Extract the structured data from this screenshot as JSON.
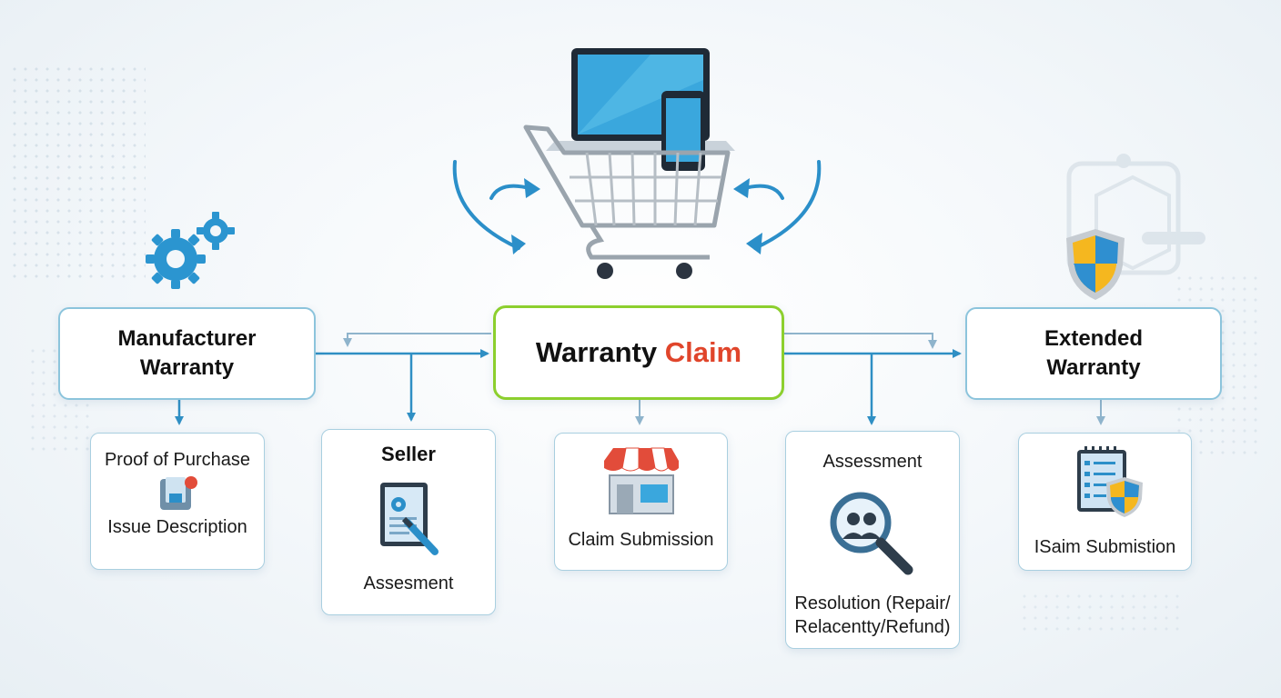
{
  "center": {
    "title_part1": "Warranty",
    "title_part2": "Claim"
  },
  "left_main": {
    "line1": "Manufacturer",
    "line2": "Warranty"
  },
  "right_main": {
    "line1": "Extended",
    "line2": "Warranty"
  },
  "boxes": {
    "proof": {
      "top": "Proof of Purchase",
      "bottom": "Issue Description"
    },
    "seller": {
      "title": "Seller",
      "bottom": "Assesment"
    },
    "claim": {
      "label": "Claim Submission"
    },
    "assessment": {
      "title": "Assessment",
      "bottom_line1": "Resolution (Repair/",
      "bottom_line2": "Relacentty/Refund)"
    },
    "isaim": {
      "label": "ISaim Submistion"
    }
  },
  "colors": {
    "accent_blue": "#2b8fc9",
    "green_border": "#8ccf2e",
    "claim_red": "#e0452b",
    "connector": "#2f8fc4"
  },
  "icons": [
    "shopping-cart-icon",
    "laptop-icon",
    "smartphone-icon",
    "gears-icon",
    "shield-icon",
    "document-gear-icon",
    "storefront-icon",
    "magnifier-people-icon",
    "checklist-shield-icon",
    "package-icon"
  ]
}
